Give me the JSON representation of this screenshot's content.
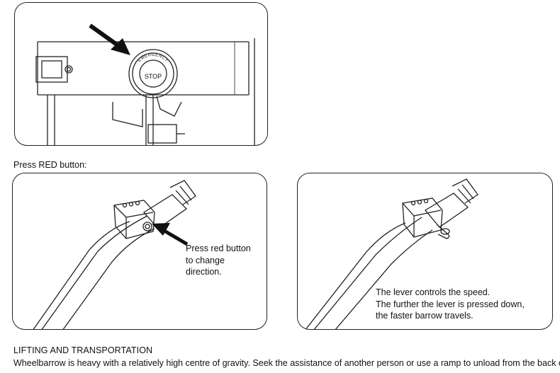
{
  "figure_top": {
    "emergency_label": "EMERGENCY",
    "stop_label": "STOP"
  },
  "captions": {
    "press_red_button": "Press RED button:"
  },
  "figure_left": {
    "callout": "Press red button\nto change\ndirection."
  },
  "figure_right": {
    "callout": "The lever controls the speed.\nThe further the lever is pressed down,\nthe faster barrow travels."
  },
  "section": {
    "title": "LIFTING AND TRANSPORTATION",
    "body": "Wheelbarrow is heavy with a relatively high centre of gravity. Seek the assistance of another person or use a ramp to unload from the back of a vehicle."
  }
}
